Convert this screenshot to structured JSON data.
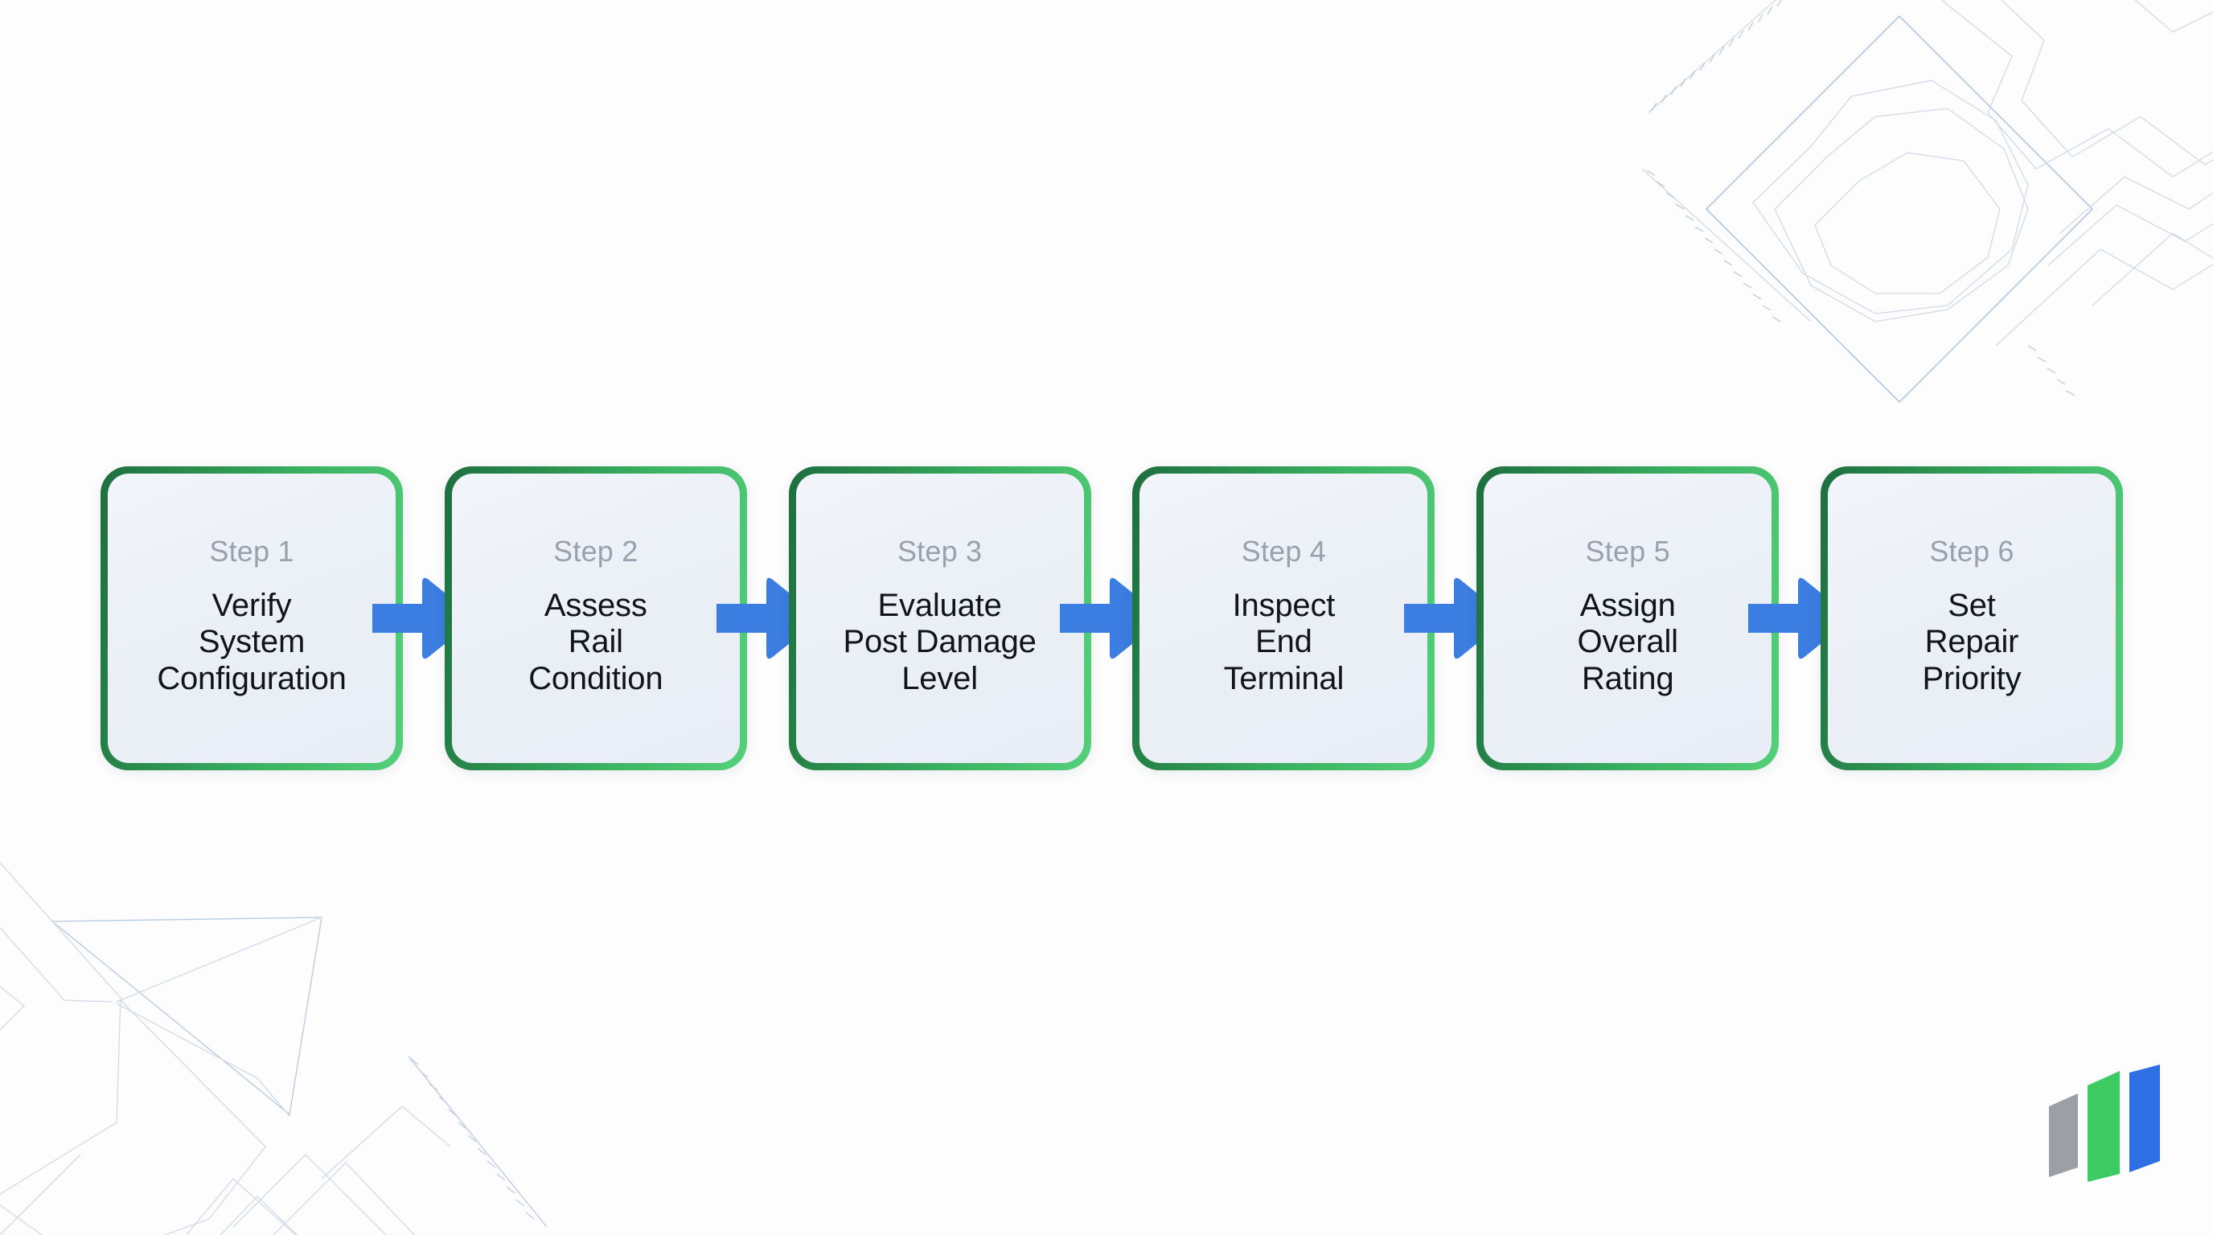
{
  "diagram": {
    "type": "process-flow",
    "orientation": "horizontal",
    "step_count": 6,
    "background_color": "#fdfdfd",
    "card_fill_color": "#edf1f7",
    "card_border_gradient_from": "#1e6e3f",
    "card_border_gradient_to": "#55d07a",
    "arrow_color": "#3b7de0",
    "eyebrow_color": "#98a2ae",
    "title_color": "#121418",
    "steps": [
      {
        "eyebrow": "Step 1",
        "title": "Verify\nSystem\nConfiguration"
      },
      {
        "eyebrow": "Step 2",
        "title": "Assess\nRail\nCondition"
      },
      {
        "eyebrow": "Step 3",
        "title": "Evaluate\nPost Damage\nLevel"
      },
      {
        "eyebrow": "Step 4",
        "title": "Inspect\nEnd\nTerminal"
      },
      {
        "eyebrow": "Step 5",
        "title": "Assign\nOverall\nRating"
      },
      {
        "eyebrow": "Step 6",
        "title": "Set\nRepair\nPriority"
      }
    ],
    "connectors": [
      {
        "icon": "arrow-right-icon"
      },
      {
        "icon": "arrow-right-icon"
      },
      {
        "icon": "arrow-right-icon"
      },
      {
        "icon": "arrow-right-icon"
      },
      {
        "icon": "arrow-right-icon"
      }
    ]
  },
  "branding": {
    "logo_icon": "ascending-bars-logo",
    "bar_colors": [
      "#9aa0a6",
      "#3ccb63",
      "#2f6fe4"
    ]
  },
  "decorations": {
    "top_right_icon": "blueprint-lines-decoration",
    "bottom_left_icon": "blueprint-lines-decoration",
    "line_color": "#c9d4e4",
    "accent_line_color": "#8fb0de"
  }
}
